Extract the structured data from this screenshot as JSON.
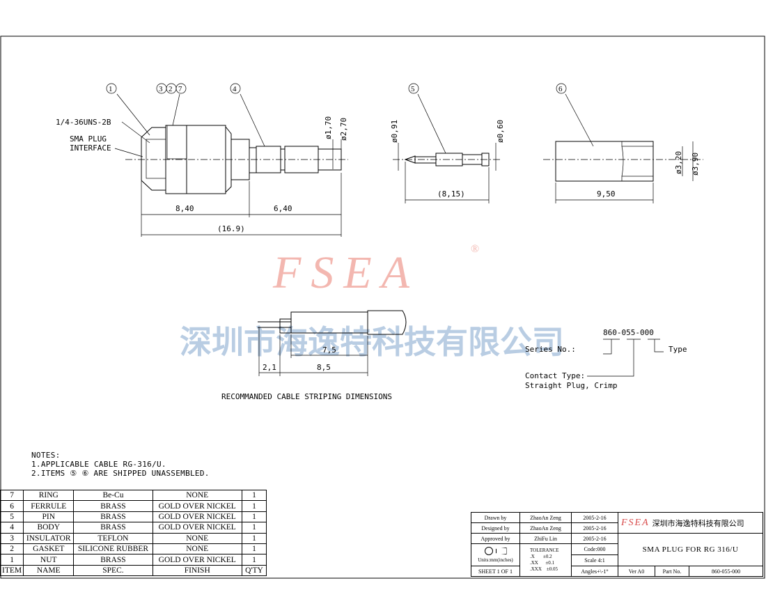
{
  "drawing": {
    "balloons": [
      "1",
      "3",
      "2",
      "7",
      "4",
      "5",
      "6"
    ],
    "thread_label": "1/4-36UNS-2B",
    "interface_label_1": "SMA PLUG",
    "interface_label_2": "INTERFACE",
    "dims": {
      "d1": "8,40",
      "d2": "6,40",
      "d3": "(16.9)",
      "dia1": "ø1,70",
      "dia2": "ø2,70",
      "dia3": "ø0,91",
      "dia4": "ø0,60",
      "d4": "(8,15)",
      "dia5": "ø3,20",
      "dia6": "ø3,90",
      "d5": "9,50"
    },
    "stripping": {
      "dim_a": "7,5",
      "dim_b": "2,1",
      "dim_c": "8,5",
      "caption": "RECOMMANDED CABLE STRIPING DIMENSIONS"
    },
    "part_number": {
      "code": "860-055-000",
      "series_label": "Series No.:",
      "type_label": "Type",
      "contact_label": "Contact Type:",
      "contact_value": "Straight Plug, Crimp"
    },
    "watermark": {
      "logo": "FSEA",
      "reg": "®",
      "company": "深圳市海逸特科技有限公司"
    }
  },
  "notes": {
    "title": "NOTES:",
    "line1": "1.APPLICABLE CABLE RG-316/U.",
    "line2": "2.ITEMS ⑤ ⑥ ARE SHIPPED UNASSEMBLED."
  },
  "bom": {
    "rows": [
      {
        "item": "7",
        "name": "RING",
        "spec": "Be-Cu",
        "finish": "NONE",
        "qty": "1"
      },
      {
        "item": "6",
        "name": "FERRULE",
        "spec": "BRASS",
        "finish": "GOLD OVER NICKEL",
        "qty": "1"
      },
      {
        "item": "5",
        "name": "PIN",
        "spec": "BRASS",
        "finish": "GOLD OVER NICKEL",
        "qty": "1"
      },
      {
        "item": "4",
        "name": "BODY",
        "spec": "BRASS",
        "finish": "GOLD OVER NICKEL",
        "qty": "1"
      },
      {
        "item": "3",
        "name": "INSULATOR",
        "spec": "TEFLON",
        "finish": "NONE",
        "qty": "1"
      },
      {
        "item": "2",
        "name": "GASKET",
        "spec": "SILICONE RUBBER",
        "finish": "NONE",
        "qty": "1"
      },
      {
        "item": "1",
        "name": "NUT",
        "spec": "BRASS",
        "finish": "GOLD OVER NICKEL",
        "qty": "1"
      }
    ],
    "header": {
      "item": "ITEM",
      "name": "NAME",
      "spec": "SPEC.",
      "finish": "FINISH",
      "qty": "Q'TY"
    }
  },
  "title_block": {
    "drawn_label": "Drawn  by",
    "drawn_name": "ZhaoAn Zeng",
    "drawn_date": "2005-2-16",
    "designed_label": "Designed by",
    "designed_name": "ZhaoAn Zeng",
    "designed_date": "2005-2-16",
    "approved_label": "Approved by",
    "approved_name": "ZhiFu Lin",
    "approved_date": "2005-2-16",
    "tolerance": "TOLERANCE",
    "tol_x": ".X       ±0.2",
    "tol_xx": ".XX      ±0.1",
    "tol_xxx": ".XXX    ±0.05",
    "code": "Code:000",
    "scale": "Scale 4:1",
    "angles": "Angles+\\-1°",
    "units": "Units:mm(inches)",
    "sheet": "SHEET 1 OF 1",
    "logo": "FSEA",
    "company": "深圳市海逸特科技有限公司",
    "title": "SMA PLUG FOR RG 316/U",
    "ver": "Ver A0",
    "part_label": "Part No.",
    "part_no": "860-055-000"
  },
  "colors": {
    "watermark_logo": "#f3b7b0",
    "watermark_cn": "#b9cde3",
    "tb_logo": "#d84b4b"
  }
}
